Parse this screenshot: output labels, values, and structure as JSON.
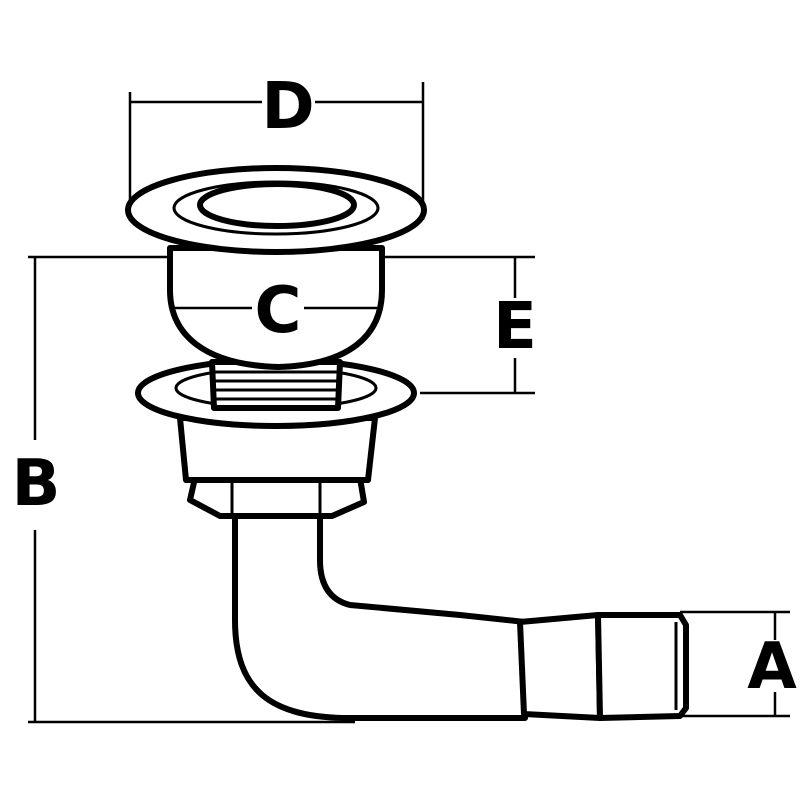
{
  "diagram": {
    "subject": "drain-fitting-with-elbow-hose-tail",
    "line_color": "#000000",
    "background": "#ffffff",
    "dimensions": [
      {
        "key": "A",
        "label": "A"
      },
      {
        "key": "B",
        "label": "B"
      },
      {
        "key": "C",
        "label": "C"
      },
      {
        "key": "D",
        "label": "D"
      },
      {
        "key": "E",
        "label": "E"
      }
    ]
  }
}
